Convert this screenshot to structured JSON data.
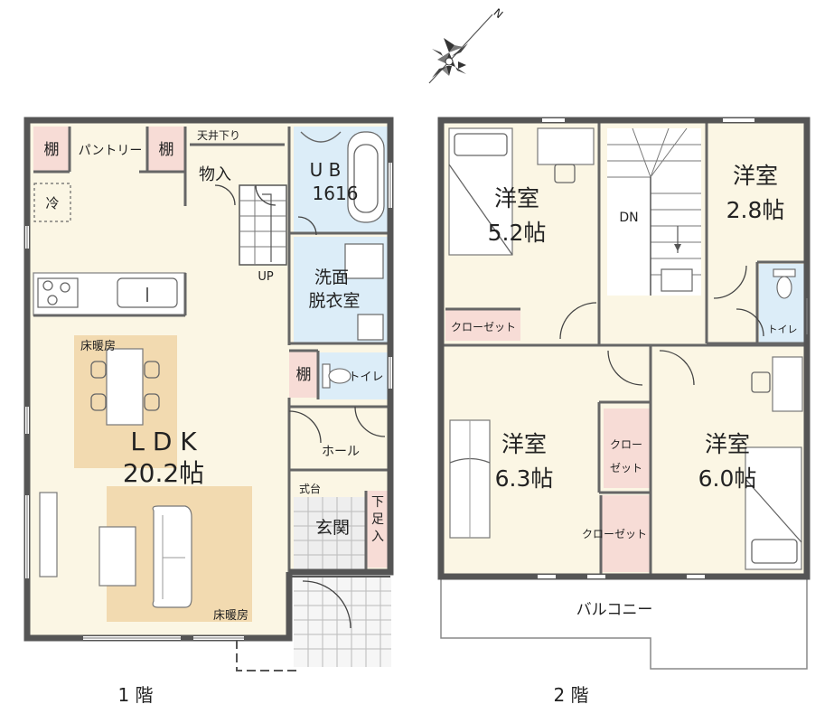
{
  "colors": {
    "floor_cream": "#fbf6e4",
    "bath_blue": "#dcedf8",
    "storage_pink": "#f7dcd6",
    "heated_floor": "#f0d3a3",
    "tile_gray": "#eeeeee",
    "wall_gray": "#555555",
    "balcony_white": "#ffffff"
  },
  "compass": {
    "north_label": "N",
    "icon": "compass-rose-icon"
  },
  "floor1": {
    "caption": "1 階",
    "ldk": {
      "name": "L D K",
      "size": "20.2帖"
    },
    "heated_floor_1": "床暖房",
    "heated_floor_2": "床暖房",
    "shelf_left": "棚",
    "pantry": "パントリー",
    "shelf_right": "棚",
    "fridge": "冷",
    "ceiling_drop": "天井下り",
    "storage": "物入",
    "stairs_up": "UP",
    "unit_bath": {
      "name": "U B",
      "size": "1616"
    },
    "washroom": {
      "line1": "洗面",
      "line2": "脱衣室"
    },
    "shelf_small": "棚",
    "toilet": "トイレ",
    "hall": "ホール",
    "shikidai": "式台",
    "entrance": "玄関",
    "shoe_storage": {
      "line1": "下",
      "line2": "足",
      "line3": "入"
    }
  },
  "floor2": {
    "caption": "2 階",
    "room_a": {
      "name": "洋室",
      "size": "5.2帖"
    },
    "room_b": {
      "name": "洋室",
      "size": "2.8帖"
    },
    "room_c": {
      "name": "洋室",
      "size": "6.3帖"
    },
    "room_d": {
      "name": "洋室",
      "size": "6.0帖"
    },
    "stairs_down": "DN",
    "closet_a": "クローゼット",
    "closet_c_1": "クロー",
    "closet_c_2": "ゼット",
    "closet_d": "クローゼット",
    "toilet": "トイレ",
    "balcony": "バルコニー"
  }
}
